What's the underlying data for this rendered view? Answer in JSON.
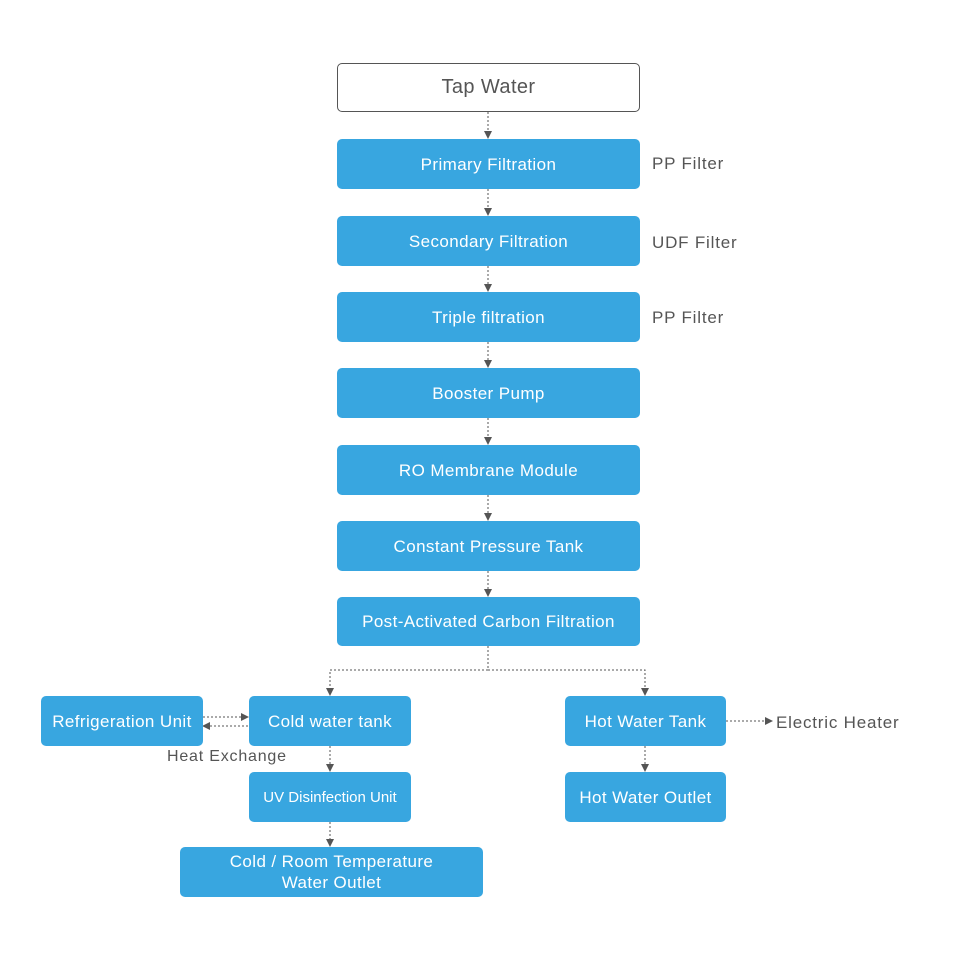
{
  "colors": {
    "box_fill": "#38a6e0",
    "box_text": "#ffffff",
    "start_border": "#555555",
    "note_text": "#555555",
    "connector": "#555555"
  },
  "nodes": {
    "tap_water": "Tap Water",
    "primary_filtration": "Primary Filtration",
    "secondary_filtration": "Secondary Filtration",
    "triple_filtration": "Triple filtration",
    "booster_pump": "Booster Pump",
    "ro_membrane": "RO Membrane Module",
    "constant_pressure_tank": "Constant Pressure Tank",
    "post_carbon": "Post-Activated Carbon Filtration",
    "refrigeration_unit": "Refrigeration Unit",
    "cold_water_tank": "Cold water tank",
    "uv_disinfection": "UV Disinfection Unit",
    "cold_room_outlet_line1": "Cold / Room Temperature",
    "cold_room_outlet_line2": "Water Outlet",
    "hot_water_tank": "Hot Water Tank",
    "hot_water_outlet": "Hot Water Outlet"
  },
  "notes": {
    "pp_filter_1": "PP Filter",
    "udf_filter": "UDF Filter",
    "pp_filter_2": "PP Filter",
    "heat_exchange": "Heat Exchange",
    "electric_heater": "Electric Heater"
  }
}
